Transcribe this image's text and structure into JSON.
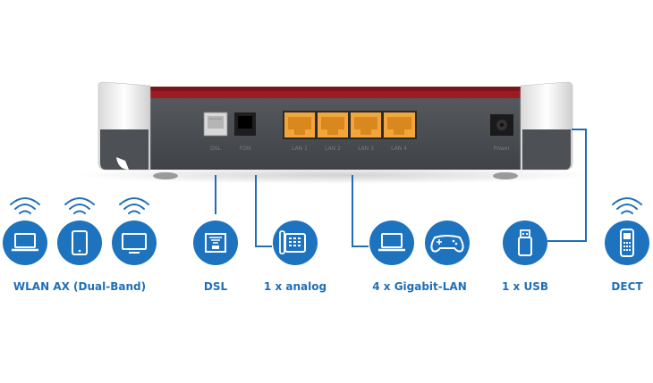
{
  "device": {
    "port_labels": {
      "dsl": "DSL",
      "fon": "FON",
      "lan1": "LAN 1",
      "lan2": "LAN 2",
      "lan3": "LAN 3",
      "lan4": "LAN 4",
      "power": "Power"
    }
  },
  "connections": [
    {
      "label": "WLAN AX (Dual-Band)",
      "icons": [
        "laptop-icon",
        "smartphone-icon",
        "tv-icon"
      ],
      "wireless": true
    },
    {
      "label": "DSL",
      "icons": [
        "dsl-port-icon"
      ],
      "wireless": false
    },
    {
      "label": "1 x analog",
      "icons": [
        "phone-icon"
      ],
      "wireless": false
    },
    {
      "label": "4 x Gigabit-LAN",
      "icons": [
        "laptop-icon",
        "gamepad-icon"
      ],
      "wireless": false
    },
    {
      "label": "1 x USB",
      "icons": [
        "usb-stick-icon"
      ],
      "wireless": false
    },
    {
      "label": "DECT",
      "icons": [
        "cordless-phone-icon"
      ],
      "wireless": true
    }
  ],
  "colors": {
    "accent_blue": "#1f6fb8",
    "icon_circle": "#1e73be",
    "lan_port_yellow": "#f2a53a",
    "router_red": "#9c1c22",
    "router_body": "#4a4d52"
  }
}
